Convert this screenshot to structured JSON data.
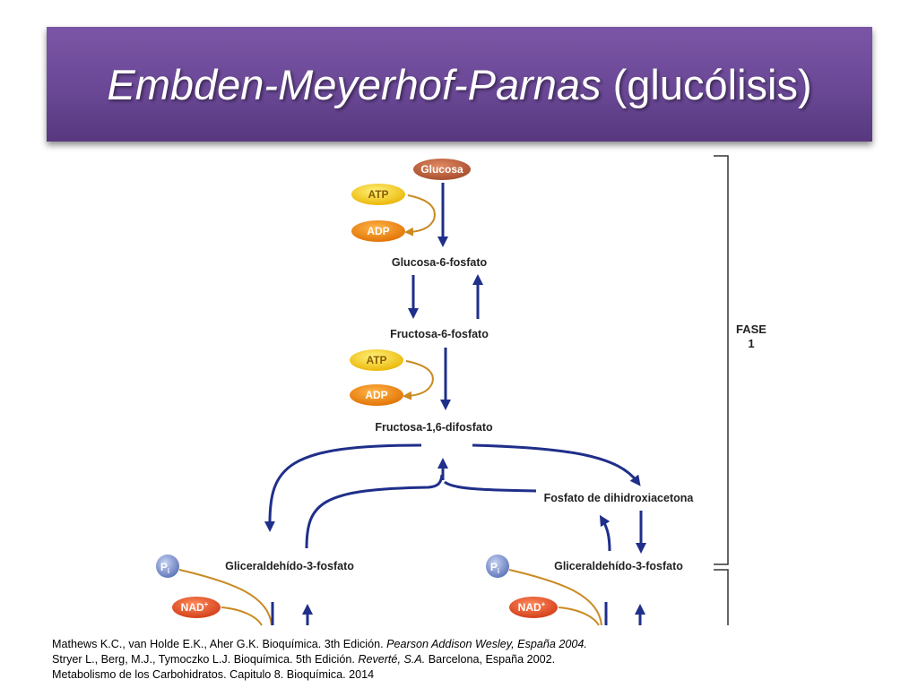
{
  "slide": {
    "title_main": "Embden-Meyerhof-Parnas",
    "title_suffix": " (glucólisis)"
  },
  "diagram": {
    "glucose": "Glucosa",
    "atp_1": "ATP",
    "adp_1": "ADP",
    "g6p": "Glucosa-6-fosfato",
    "f6p": "Fructosa-6-fosfato",
    "atp_2": "ATP",
    "adp_2": "ADP",
    "f16bp": "Fructosa-1,6-difosfato",
    "dhap": "Fosfato de dihidroxiacetona",
    "gap_left": "Gliceraldehído-3-fosfato",
    "gap_right": "Gliceraldehído-3-fosfato",
    "pi_left": "P",
    "pi_left_sub": "i",
    "pi_right": "P",
    "pi_right_sub": "i",
    "nad_left": "NAD",
    "nad_left_sup": "+",
    "nad_right": "NAD",
    "nad_right_sup": "+",
    "phase_word": "FASE",
    "phase_number": "1"
  },
  "references": {
    "ref1_plain": "Mathews K.C., van Holde E.K., Aher G.K. Bioquímica. 3th Edición. ",
    "ref1_italic": "Pearson Addison Wesley, España 2004.",
    "ref2_plain": "Stryer L., Berg, M.J., Tymoczko L.J. Bioquímica. 5th Edición. ",
    "ref2_italic": "Reverté, S.A.",
    "ref2_tail": " Barcelona, España 2002.",
    "ref3": "Metabolismo de los Carbohidratos. Capitulo 8. Bioquímica. 2014"
  },
  "colors": {
    "banner": "#6a4896",
    "arrow_blue": "#1f2f8a",
    "atp_yellow": "#f2c81c",
    "adp_orange": "#ef8a1d",
    "glucose_brown": "#c0603c",
    "nad_red": "#e2502a",
    "pi_blue": "#6f86c8",
    "cofactor_arrow": "#c98a22"
  }
}
